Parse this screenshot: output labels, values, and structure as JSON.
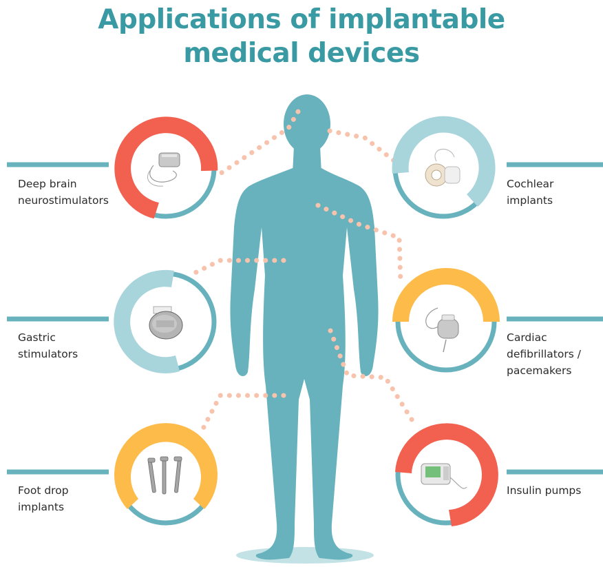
{
  "title": {
    "line1": "Applications of implantable",
    "line2": "medical devices"
  },
  "colors": {
    "teal": "#67b2bd",
    "teal_title": "#3a9aa3",
    "light_teal": "#a8d5dc",
    "red": "#f2604f",
    "yellow": "#fdbb4a",
    "dots": "#f8c3ad"
  },
  "devices": {
    "deep_brain": {
      "line1": "Deep brain",
      "line2": "neurostimulators"
    },
    "gastric": {
      "line1": "Gastric",
      "line2": "stimulators"
    },
    "foot_drop": {
      "line1": "Foot drop",
      "line2": "implants"
    },
    "cochlear": {
      "line1": "Cochlear",
      "line2": "implants"
    },
    "cardiac": {
      "line1": "Cardiac",
      "line2": "defibrillators /",
      "line3": "pacemakers"
    },
    "insulin": {
      "line1": "Insulin pumps"
    }
  }
}
